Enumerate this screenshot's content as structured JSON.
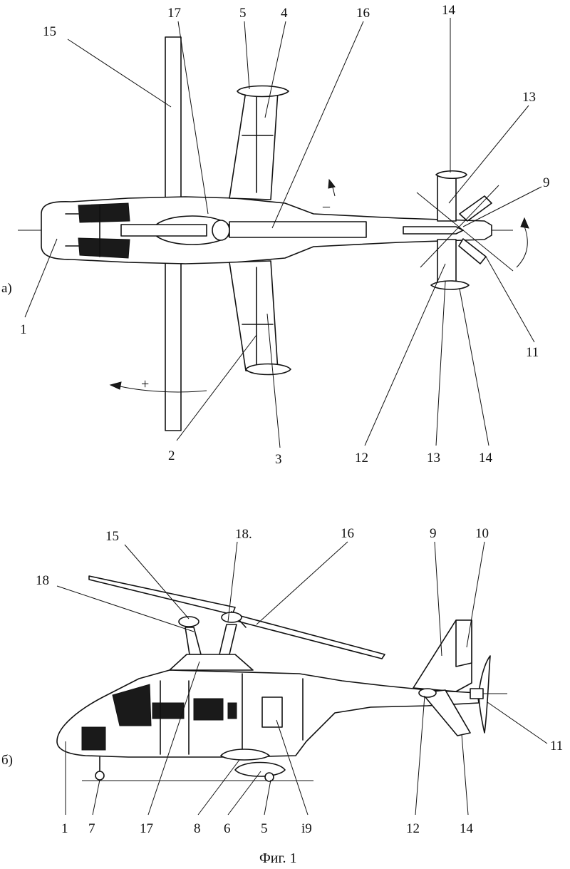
{
  "figure": {
    "caption": "Фиг. 1",
    "view_a_label": "а)",
    "view_b_label": "б)",
    "top_view_symbols": {
      "minus": "–",
      "plus": "+"
    },
    "top_view_callouts": [
      "15",
      "17",
      "5",
      "4",
      "16",
      "14",
      "13",
      "9",
      "1",
      "2",
      "3",
      "12",
      "13",
      "14",
      "11"
    ],
    "side_view_callouts": [
      "15",
      "18.",
      "16",
      "9",
      "10",
      "18",
      "1",
      "7",
      "17",
      "8",
      "6",
      "5",
      "i9",
      "12",
      "14",
      "11"
    ]
  }
}
